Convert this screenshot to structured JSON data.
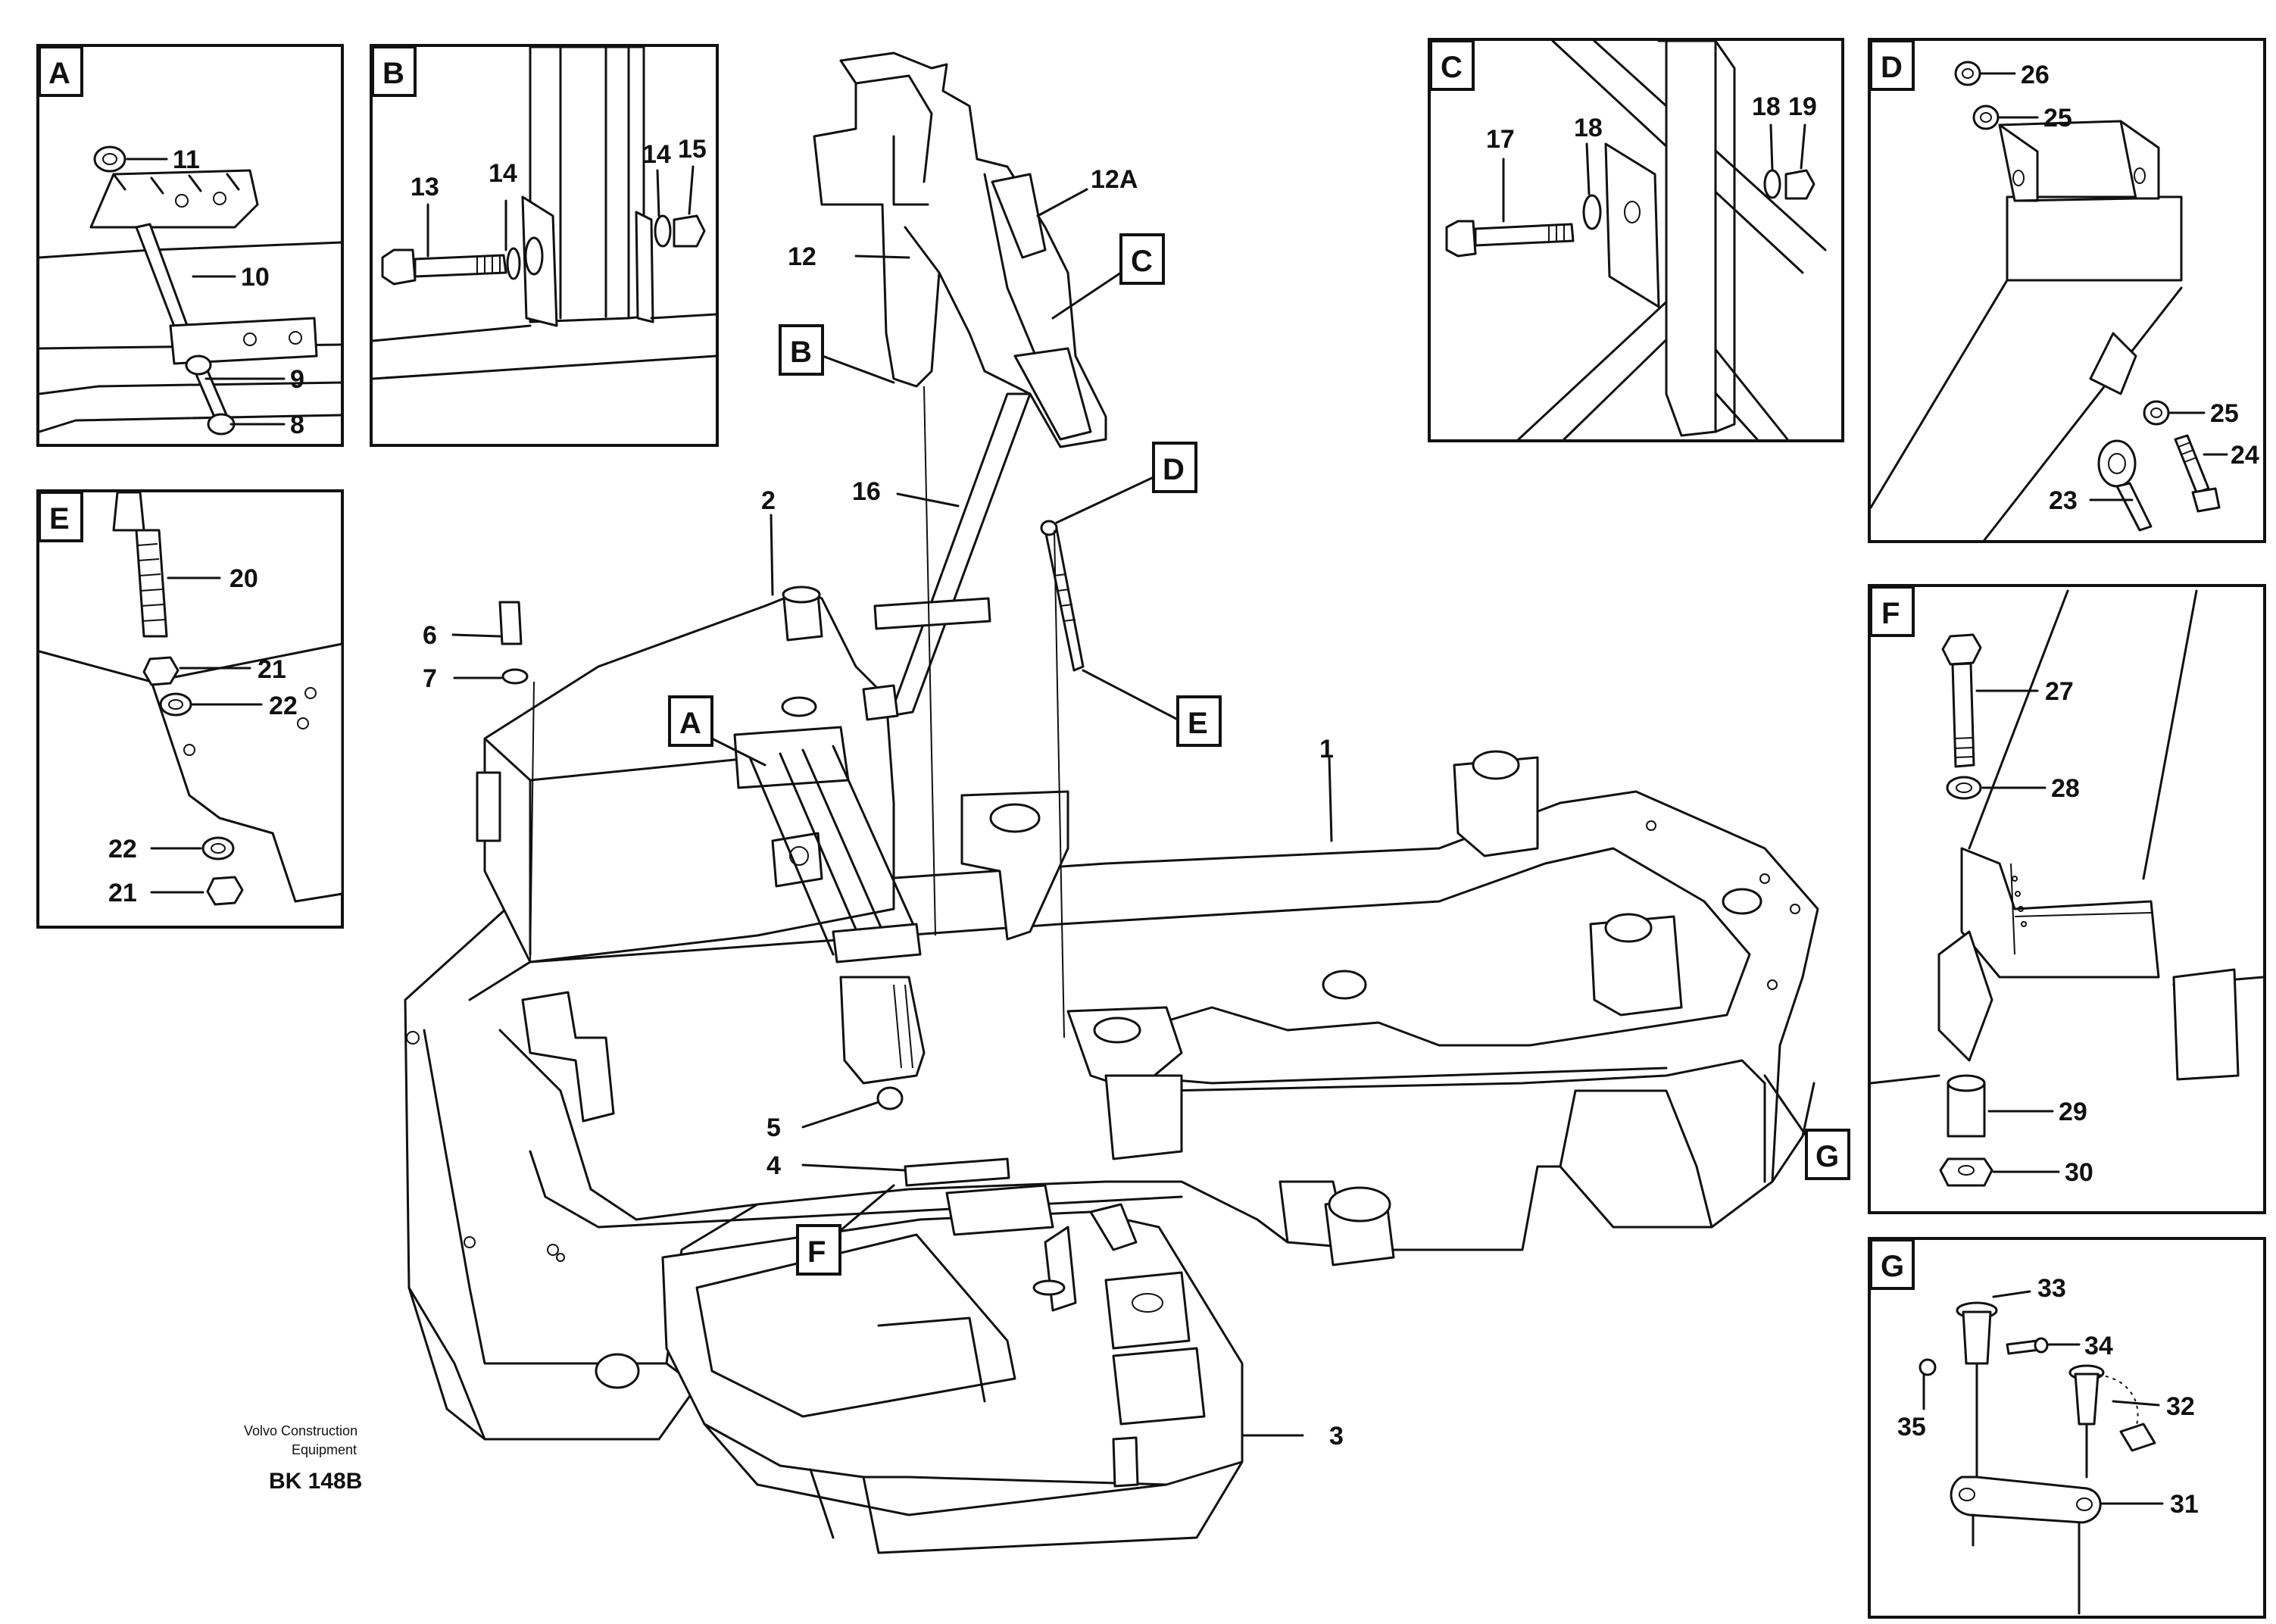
{
  "caption": {
    "company": "Volvo Construction",
    "company2": "Equipment",
    "code": "BK 148B"
  },
  "detail_tags": {
    "A": "A",
    "B": "B",
    "C": "C",
    "D": "D",
    "E": "E",
    "F": "F",
    "G": "G"
  },
  "parts": {
    "p1": "1",
    "p2": "2",
    "p3": "3",
    "p4": "4",
    "p5": "5",
    "p6": "6",
    "p7": "7",
    "p8": "8",
    "p9": "9",
    "p10": "10",
    "p11": "11",
    "p12": "12",
    "p12a": "12A",
    "p13": "13",
    "p14": "14",
    "p15": "15",
    "p16": "16",
    "p17": "17",
    "p18": "18",
    "p19": "19",
    "p20": "20",
    "p21": "21",
    "p22": "22",
    "p23": "23",
    "p24": "24",
    "p25": "25",
    "p26": "26",
    "p27": "27",
    "p28": "28",
    "p29": "29",
    "p30": "30",
    "p31": "31",
    "p32": "32",
    "p33": "33",
    "p34": "34",
    "p35": "35"
  }
}
